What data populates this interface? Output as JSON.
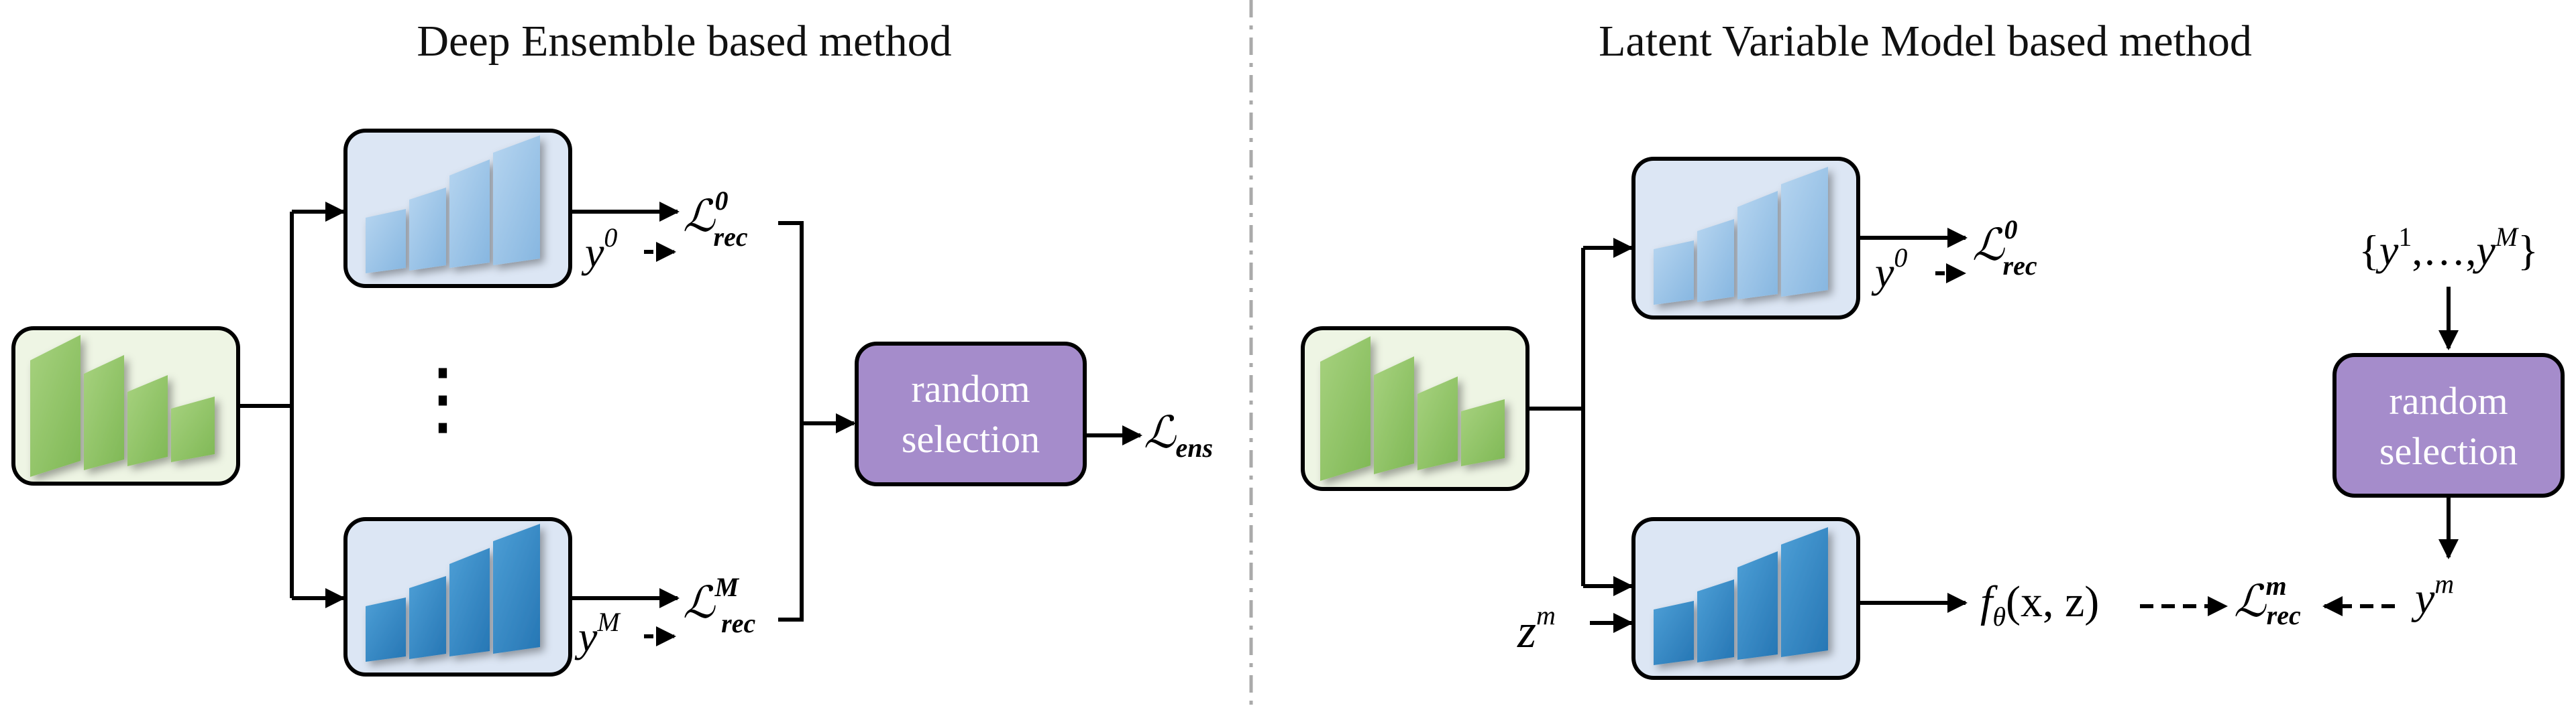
{
  "titles": {
    "left": "Deep Ensemble based method",
    "right": "Latent Variable Model based method"
  },
  "left": {
    "ellipsis": "⋮",
    "y_top": {
      "base": "y",
      "sup": "0"
    },
    "y_bottom": {
      "base": "y",
      "sup": "M"
    },
    "loss_top": {
      "base": "ℒ",
      "sub": "rec",
      "sup": "0"
    },
    "loss_bottom": {
      "base": "ℒ",
      "sub": "rec",
      "sup": "M"
    },
    "random_selection": [
      "random",
      "selection"
    ],
    "loss_ens": {
      "base": "ℒ",
      "sub": "ens"
    }
  },
  "right": {
    "y_top": {
      "base": "y",
      "sup": "0"
    },
    "loss_top": {
      "base": "ℒ",
      "sub": "rec",
      "sup": "0"
    },
    "z": {
      "base": "z",
      "sup": "m"
    },
    "f": {
      "base": "f",
      "sub": "θ",
      "args": "(x, z)"
    },
    "loss_m": {
      "base": "ℒ",
      "sub": "rec",
      "sup": "m"
    },
    "y_m": {
      "base": "y",
      "sup": "m"
    },
    "set": {
      "open": "{",
      "y1": "y",
      "y1_sup": "1",
      "mid": ",…,",
      "yM": "y",
      "yM_sup": "M",
      "close": "}"
    },
    "random_selection": [
      "random",
      "selection"
    ]
  },
  "colors": {
    "green_box": "#eef5e4",
    "blue_box": "#dce6f4",
    "green_fill": "#8fc466",
    "light_blue_fill": "#9cc4e8",
    "dark_blue_fill": "#2e87c5",
    "purple": "#a58ccb",
    "divider": "#aaaaaa"
  }
}
